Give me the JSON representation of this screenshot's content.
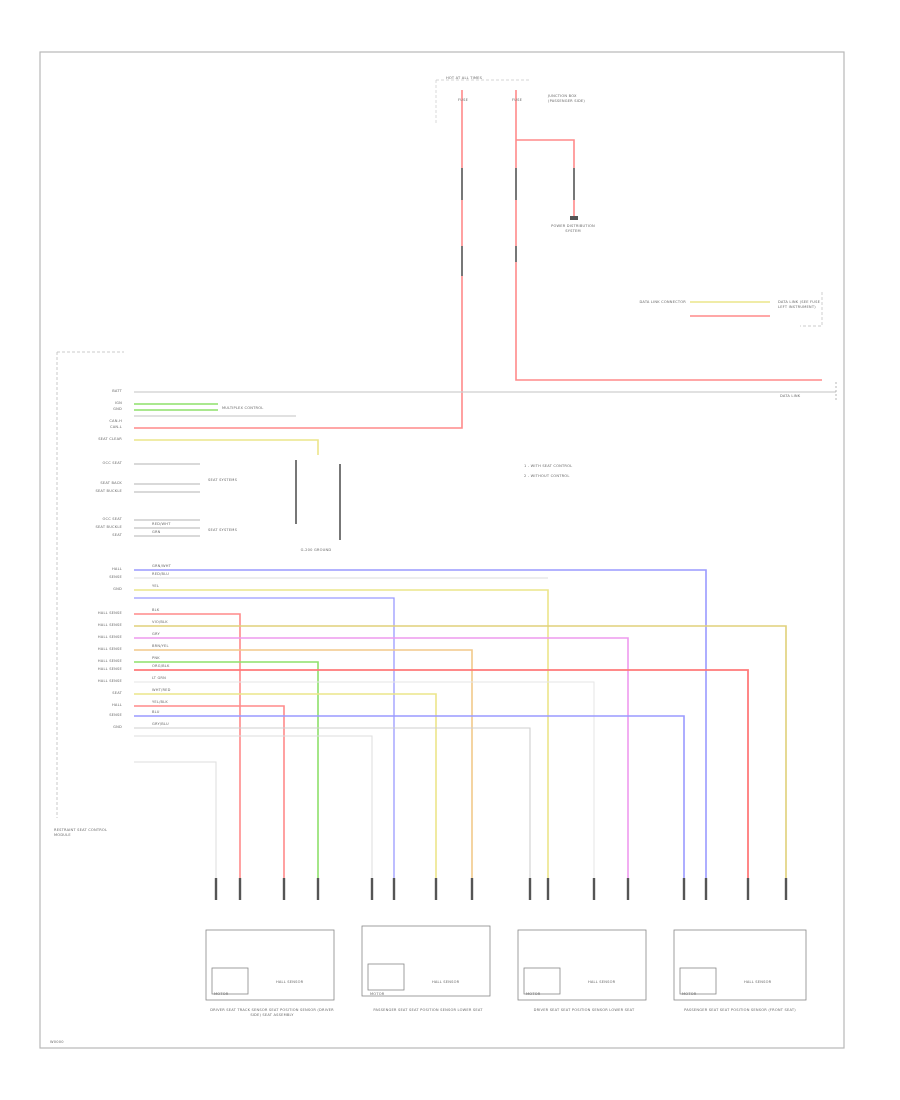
{
  "diagram": {
    "footer_code": "W0000",
    "colors": {
      "red": "#ff8a8a",
      "green": "#8ee06a",
      "yellow": "#ece58a",
      "orange": "#f2c98a",
      "blue": "#9a9aff",
      "violet": "#ee9aee",
      "gray": "#cfcfcf",
      "tan": "#d9c690",
      "frame": "#b8b8b8"
    },
    "connector_labels": {
      "fuse_top": "HOT AT ALL TIMES",
      "fuse_sub_a": "FUSE",
      "fuse_sub_b": "FUSE",
      "fuse_note": "JUNCTION BOX (PASSENGER SIDE)",
      "power_dist": "POWER DISTRIBUTION SYSTEM",
      "data_link": "DATA LINK CONNECTOR",
      "data_link_right": "DATA LINK (SEE FUSE LEFT INSTRUMENT)",
      "data_link_bottom": "DATA LINK",
      "multi_function": "MULTIPLEX CONTROL",
      "seat_sensor_1": "SEAT SYSTEMS",
      "seat_sensor_2": "SEAT SYSTEMS",
      "ground_note": "G-200 GROUND",
      "legend_1": "1 - WITH SEAT CONTROL",
      "legend_2": "2 - WITHOUT CONTROL",
      "module_name": "RESTRAINT SEAT CONTROL MODULE"
    },
    "module_pins": [
      "BATT",
      "IGN",
      "GND",
      "CAN-H",
      "CAN-L",
      "SEAT CLEAR",
      "OCC SEAT",
      "SEAT BACK",
      "SEAT BUCKLE",
      "OCC SEAT",
      "SEAT BUCKLE",
      "SEAT",
      "HALL",
      "SENSE",
      "GND",
      "HALL SENSE",
      "HALL SENSE",
      "HALL SENSE",
      "HALL SENSE",
      "HALL SENSE",
      "HALL SENSE",
      "HALL SENSE",
      "SEAT",
      "HALL",
      "SENSE",
      "GND"
    ],
    "wire_codes": [
      "RED/WHT",
      "GRN",
      "GRN/WHT",
      "RED/BLU",
      "YEL",
      "BLK",
      "VIO/BLK",
      "GRY",
      "BRN/YEL",
      "PNK",
      "ORG/BLK",
      "LT GRN",
      "WHT/RED",
      "YEL/BLK",
      "BLU",
      "GRY/BLU"
    ],
    "components": [
      {
        "name": "DRIVER SEAT TRACK SENSOR",
        "sub": "SEAT POSITION SENSOR (DRIVER SIDE) SEAT ASSEMBLY",
        "left_box": "MOTOR",
        "right_box": "HALL SENSOR"
      },
      {
        "name": "PASSENGER SEAT",
        "sub": "SEAT POSITION SENSOR LOWER SEAT",
        "left_box": "MOTOR",
        "right_box": "HALL SENSOR"
      },
      {
        "name": "DRIVER SEAT",
        "sub": "SEAT POSITION SENSOR LOWER SEAT",
        "left_box": "MOTOR",
        "right_box": "HALL SENSOR"
      },
      {
        "name": "PASSENGER SEAT",
        "sub": "SEAT POSITION SENSOR (FRONT SEAT)",
        "left_box": "MOTOR",
        "right_box": "HALL SENSOR"
      }
    ]
  }
}
